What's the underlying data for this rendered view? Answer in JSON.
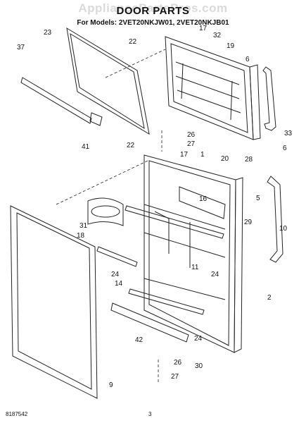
{
  "watermark": "AppliancePartsPros.com",
  "header": {
    "title": "DOOR PARTS",
    "subtitle": "For Models: 2VET20NKJW01, 2VET20NKJB01"
  },
  "footer": {
    "doc_number": "8187542",
    "page": "3"
  },
  "callouts": [
    "23",
    "22",
    "17",
    "32",
    "19",
    "37",
    "6",
    "26",
    "27",
    "41",
    "33",
    "22",
    "17",
    "1",
    "20",
    "28",
    "6",
    "16",
    "5",
    "31",
    "29",
    "18",
    "10",
    "24",
    "11",
    "24",
    "14",
    "2",
    "42",
    "24",
    "26",
    "30",
    "27",
    "9"
  ]
}
